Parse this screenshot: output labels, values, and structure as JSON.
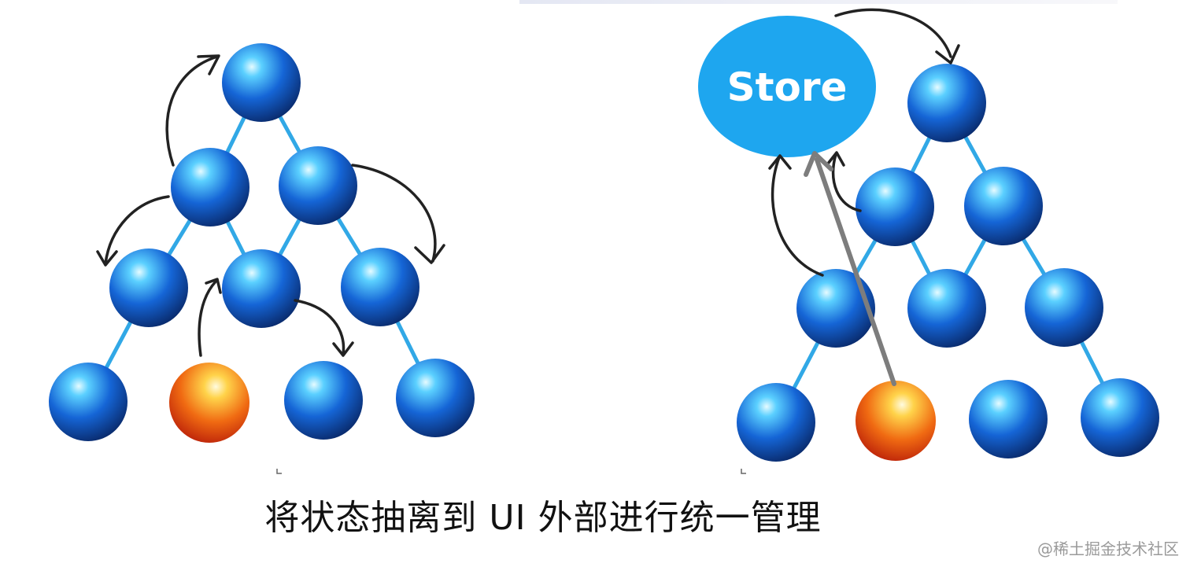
{
  "store_label": "Store",
  "caption": "将状态抽离到 UI 外部进行统一管理",
  "watermark": "@稀土掘金技术社区",
  "colors": {
    "edge": "#31a8e6",
    "store_fill": "#1ea6ef",
    "arrow_dark": "#222222",
    "arrow_gray": "#7a7a7a"
  }
}
